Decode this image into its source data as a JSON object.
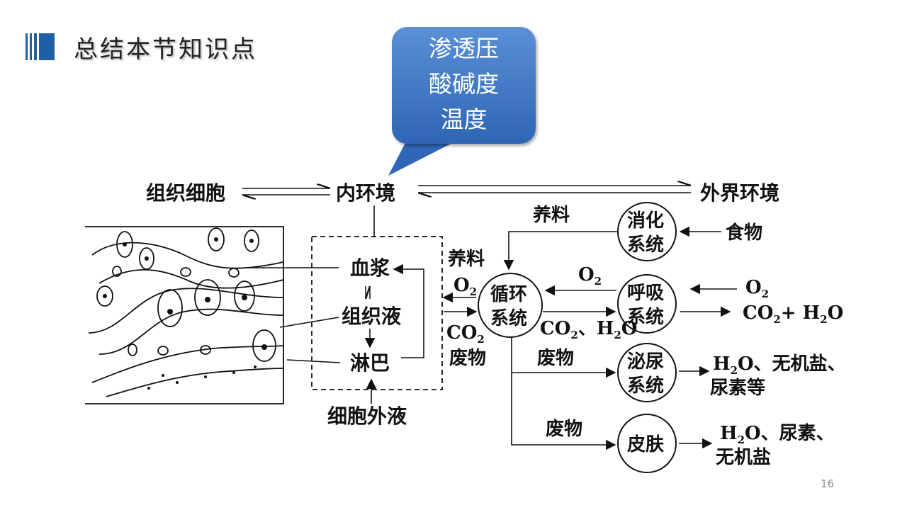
{
  "header": {
    "title": "总结本节知识点"
  },
  "callout": {
    "lines": [
      "渗透压",
      "酸碱度",
      "温度"
    ]
  },
  "diagram": {
    "top_row": {
      "left": "组织细胞",
      "center": "内环境",
      "right": "外界环境"
    },
    "inner_box": {
      "plasma": "血浆",
      "tissue_fluid": "组织液",
      "lymph": "淋巴",
      "caption": "细胞外液"
    },
    "circulatory": {
      "l1": "循环",
      "l2": "系统"
    },
    "digestive": {
      "l1": "消化",
      "l2": "系统"
    },
    "respiratory": {
      "l1": "呼吸",
      "l2": "系统"
    },
    "urinary": {
      "l1": "泌尿",
      "l2": "系统"
    },
    "skin": {
      "l1": "皮肤"
    },
    "labels": {
      "nutrients_top": "养料",
      "nutrients_left": "养料",
      "o2_left": "O",
      "co2_left": "CO",
      "waste_left": "废物",
      "o2_mid": "O",
      "co2_h2o_a": "CO",
      "co2_h2o_b": "、H",
      "co2_h2o_c": "O",
      "waste_urinary": "废物",
      "waste_skin": "废物",
      "food": "食物",
      "o2_right": "O",
      "co2_right_a": "CO",
      "co2_right_b": "+ H",
      "co2_right_c": "O",
      "urinary_out_l1_a": "H",
      "urinary_out_l1_b": "O、无机盐、",
      "urinary_out_l2": "尿素等",
      "skin_out_l1_a": "H",
      "skin_out_l1_b": "O、尿素、",
      "skin_out_l2": "无机盐",
      "sub2": "2"
    }
  },
  "footer": {
    "page_number": "16"
  },
  "colors": {
    "accent": "#1f5fa8",
    "callout": "#3a72c2"
  }
}
